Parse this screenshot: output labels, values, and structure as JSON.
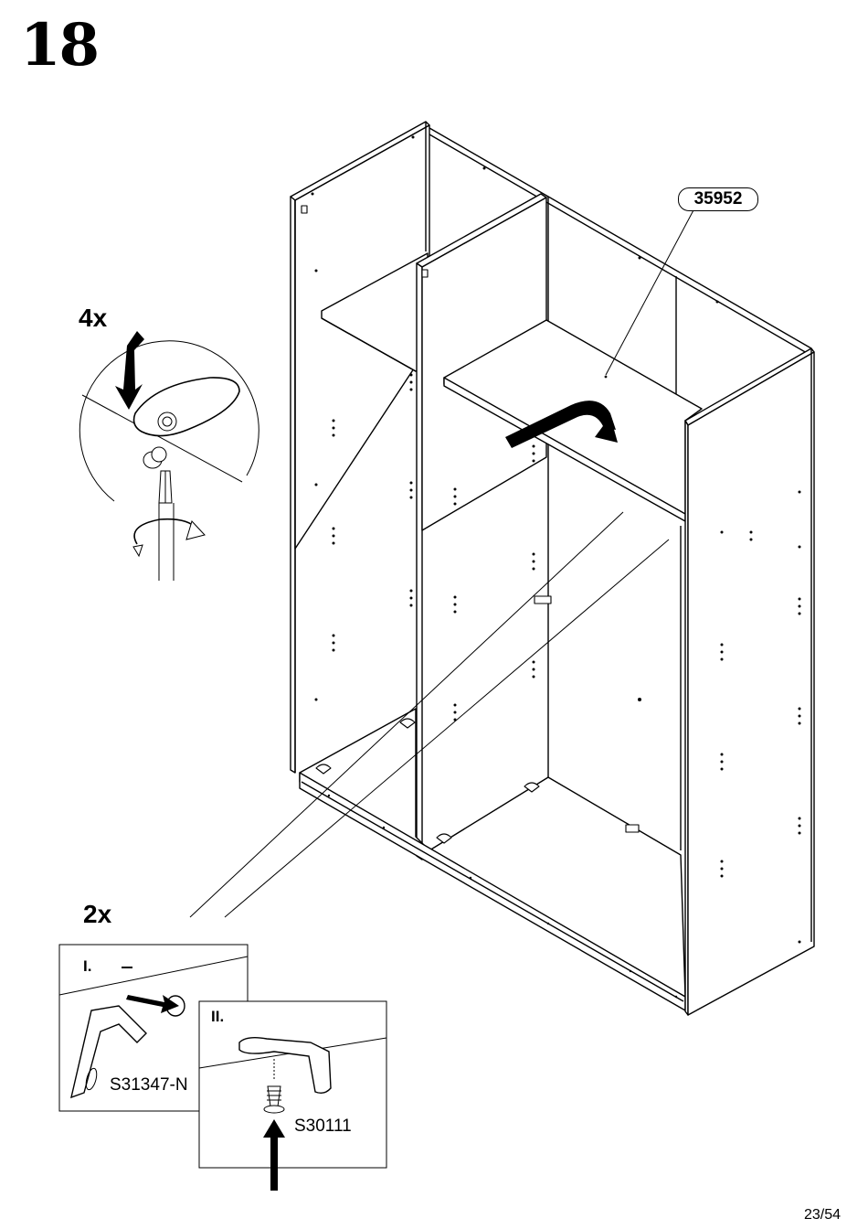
{
  "step_number": "18",
  "callouts": {
    "qty_top": "4x",
    "qty_bottom": "2x"
  },
  "part_tag": "35952",
  "detail_boxes": {
    "box1_label": "I.",
    "box1_part": "S31347-N",
    "box2_label": "II.",
    "box2_part": "S30111"
  },
  "page_number": "23/54",
  "icons": [
    "arrow-down-icon",
    "rotate-arrow-icon",
    "screwdriver-icon",
    "cam-lock-icon",
    "push-arrow-icon"
  ]
}
